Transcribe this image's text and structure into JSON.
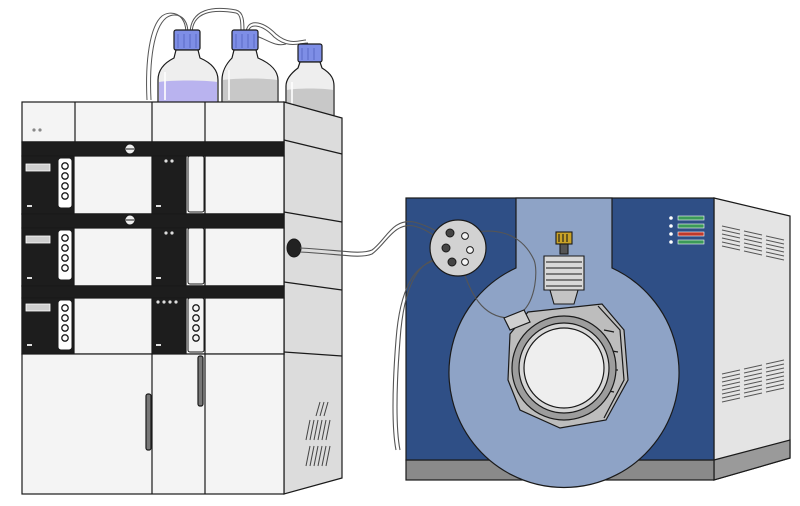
{
  "colors": {
    "outline": "#1a1a1a",
    "stack_front": "#f4f4f4",
    "stack_side": "#dcdcdc",
    "stack_dark_band": "#1d1d1d",
    "ms_blue": "#2f4f86",
    "ms_blue_light": "#8ea3c6",
    "ms_side": "#e4e4e4",
    "ms_base": "#8a8a8a",
    "bottle_cap": "#7e8ee6",
    "solvent_blue": "#b9b3ef",
    "solvent_gray": "#c8c8c8",
    "led_green": "#3b9a58",
    "led_red": "#c0392b"
  },
  "components": {
    "solvent_bottles": [
      "bottle-1",
      "bottle-2",
      "bottle-3"
    ],
    "hplc_modules": [
      "solvent-tray",
      "pump-module",
      "autosampler-module",
      "column-oven-module",
      "detector-cabinet"
    ],
    "mass_spectrometer": [
      "ion-source-valve",
      "ion-source-housing",
      "vacuum-chamber",
      "status-leds",
      "side-vents"
    ]
  }
}
